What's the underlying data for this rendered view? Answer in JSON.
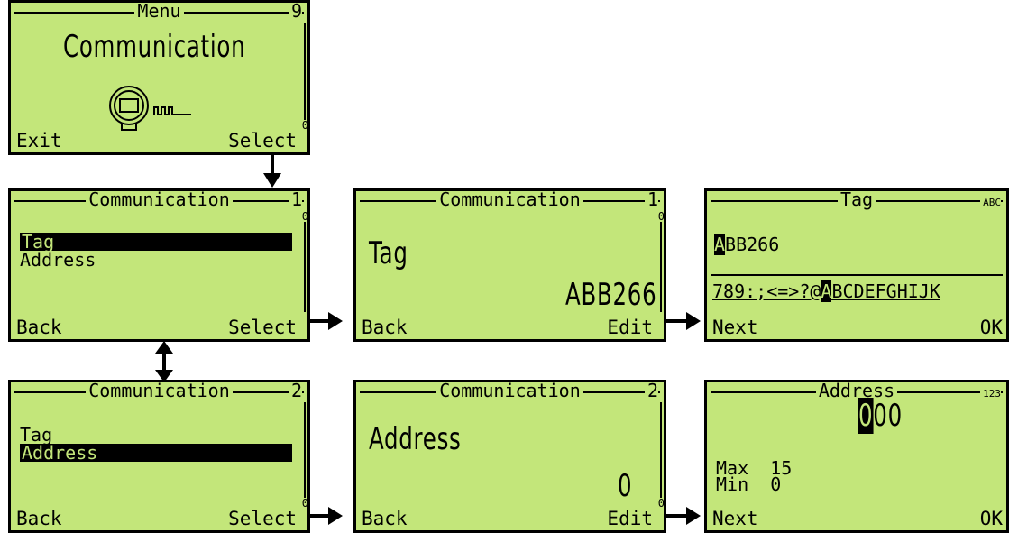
{
  "main_screen": {
    "title": "Menu",
    "index": "9",
    "heading": "Communication",
    "scroll_bottom": "0",
    "soft_left": "Exit",
    "soft_right": "Select"
  },
  "comm_list_1": {
    "title": "Communication",
    "index": "1",
    "scroll_top": "0",
    "items": [
      "Tag",
      "Address"
    ],
    "soft_left": "Back",
    "soft_right": "Select"
  },
  "comm_list_2": {
    "title": "Communication",
    "index": "2",
    "scroll_bottom": "0",
    "items": [
      "Tag",
      "Address"
    ],
    "soft_left": "Back",
    "soft_right": "Select"
  },
  "tag_view": {
    "title": "Communication",
    "index": "1",
    "scroll_top": "0",
    "label": "Tag",
    "value": "ABB266",
    "soft_left": "Back",
    "soft_right": "Edit"
  },
  "address_view": {
    "title": "Communication",
    "index": "2",
    "scroll_bottom": "0",
    "label": "Address",
    "value": "0",
    "soft_left": "Back",
    "soft_right": "Edit"
  },
  "tag_edit": {
    "title": "Tag",
    "mode": "ABC",
    "cursor_char": "A",
    "value_rest": "BB266",
    "charset_before": "789:;<=>?@",
    "charset_selected": "A",
    "charset_after": "BCDEFGHIJK",
    "soft_left": "Next",
    "soft_right": "OK"
  },
  "address_edit": {
    "title": "Address",
    "mode": "123",
    "cursor_char": "0",
    "value_rest": "00",
    "max_label": "Max",
    "max_value": "15",
    "min_label": "Min",
    "min_value": "0",
    "soft_left": "Next",
    "soft_right": "OK"
  }
}
